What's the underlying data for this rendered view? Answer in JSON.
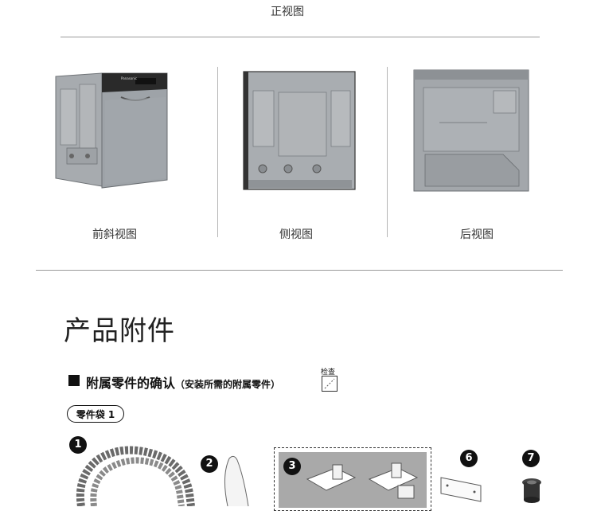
{
  "header": {
    "title": "正视图"
  },
  "views": [
    {
      "label": "前斜视图"
    },
    {
      "label": "侧视图"
    },
    {
      "label": "后视图"
    }
  ],
  "product": {
    "brand": "Panasonic"
  },
  "accessories": {
    "section_title": "产品附件",
    "heading": "附属零件的确认",
    "heading_note": "（安装所需的附属零件）",
    "check_label": "检查",
    "bag_label": "零件袋 1",
    "parts": [
      "1",
      "2",
      "3",
      "6",
      "7"
    ]
  },
  "colors": {
    "rule": "#9a9a9a",
    "steel": "#8a8e92",
    "panel": "#2a2a2a",
    "badge": "#111111",
    "parts_bg": "#a9a9a9"
  }
}
